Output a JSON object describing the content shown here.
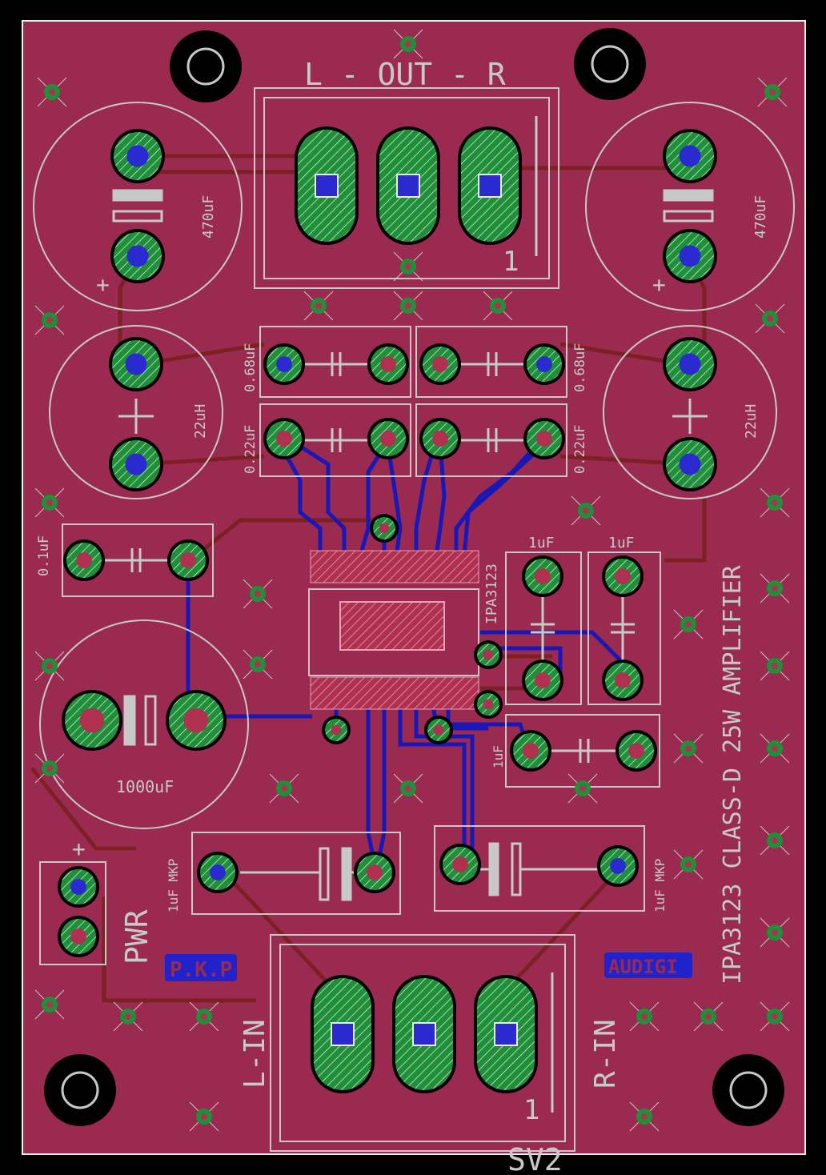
{
  "board": {
    "colors": {
      "background": "#000000",
      "board": "#9a2a4f",
      "outline": "#f0f0f0",
      "silk": "#c8c8c8",
      "pad_ring": "#1f8f3a",
      "pad_hatch": "#e8f4e8",
      "hole_blue": "#2a2ad0",
      "top_trace": "#7a1f1f",
      "bottom_trace": "#1818b8",
      "label_blue": "#2222cc",
      "label_red": "#cc3333"
    }
  },
  "labels": {
    "out_header": "L - OUT - R",
    "in_left": "L-IN",
    "in_right": "R-IN",
    "pwr": "PWR",
    "sv2": "SV2",
    "pkp": "P.K.P",
    "audigi": "AUDIGI",
    "title": "IPA3123 CLASS-D 25W AMPLIFIER",
    "ic": "IPA3123",
    "connector_pin1": "1",
    "connector_pin1_b": "1",
    "cap_470_left": "470uF",
    "cap_470_right": "470uF",
    "ind_left": "22uH",
    "ind_right": "22uH",
    "cap_068_left": "0.68uF",
    "cap_068_right": "0.68uF",
    "cap_022_left": "0.22uF",
    "cap_022_right": "0.22uF",
    "cap_01": "0.1uF",
    "cap_1000": "1000uF",
    "cap_1uf_a": "1uF",
    "cap_1uf_b": "1uF",
    "cap_1uf_c": "1uF",
    "cap_mkp_left": "1uF MKP",
    "cap_mkp_right": "1uF MKP",
    "plus_left": "+",
    "plus_right": "+",
    "plus_pwr": "+"
  }
}
